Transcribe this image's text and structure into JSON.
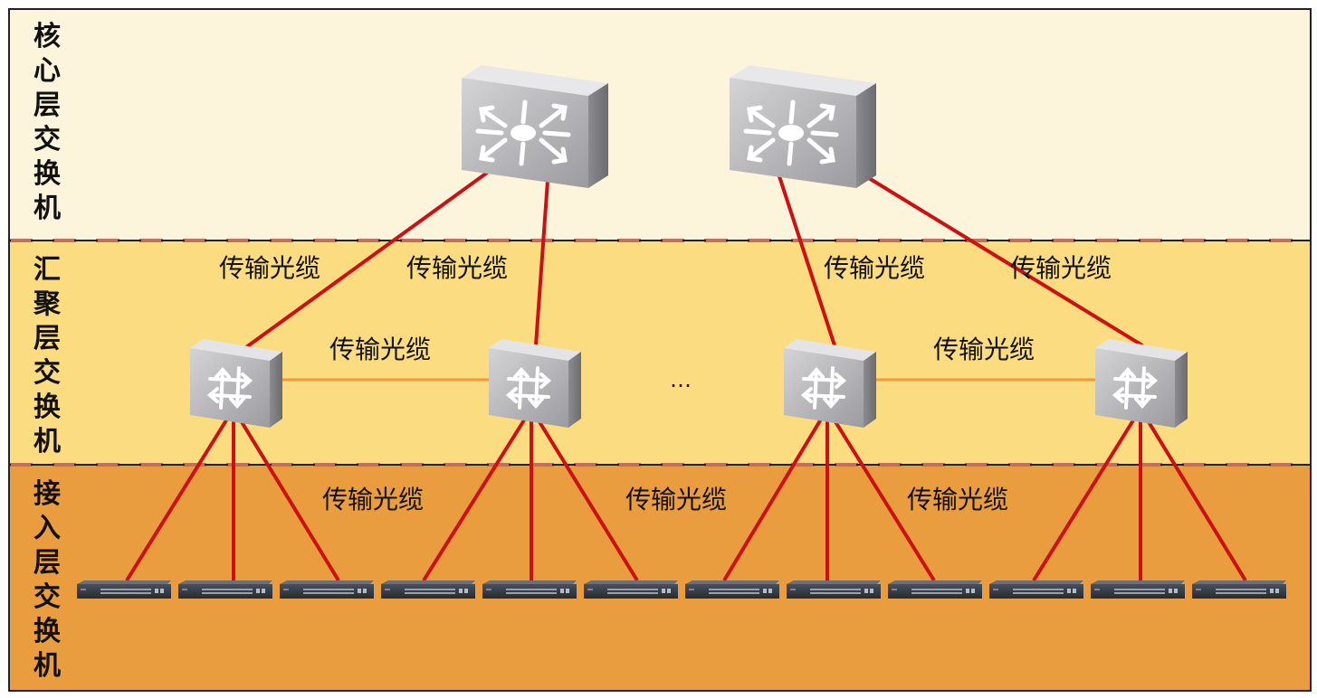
{
  "layers": {
    "core": {
      "label": [
        "核",
        "心",
        "层",
        "交",
        "换",
        "机"
      ],
      "color": "#fdf4dc"
    },
    "aggregation": {
      "label": [
        "汇",
        "聚",
        "层",
        "交",
        "换",
        "机"
      ],
      "color": "#fcdc80"
    },
    "access": {
      "label": [
        "接",
        "入",
        "层",
        "交",
        "换",
        "机"
      ],
      "color": "#e99d3e"
    }
  },
  "connection_labels": {
    "core_left_1": "传输光缆",
    "core_left_2": "传输光缆",
    "core_right_1": "传输光缆",
    "core_right_2": "传输光缆",
    "agg_link_left": "传输光缆",
    "agg_link_right": "传输光缆",
    "access_1": "传输光缆",
    "access_2": "传输光缆",
    "access_3": "传输光缆"
  },
  "ellipsis": "…",
  "colors": {
    "uplink": "#cc1014",
    "peer_link": "#f09a3a",
    "border": "#222222",
    "divider_dash": "#222222",
    "divider_accent": "#c07060"
  }
}
